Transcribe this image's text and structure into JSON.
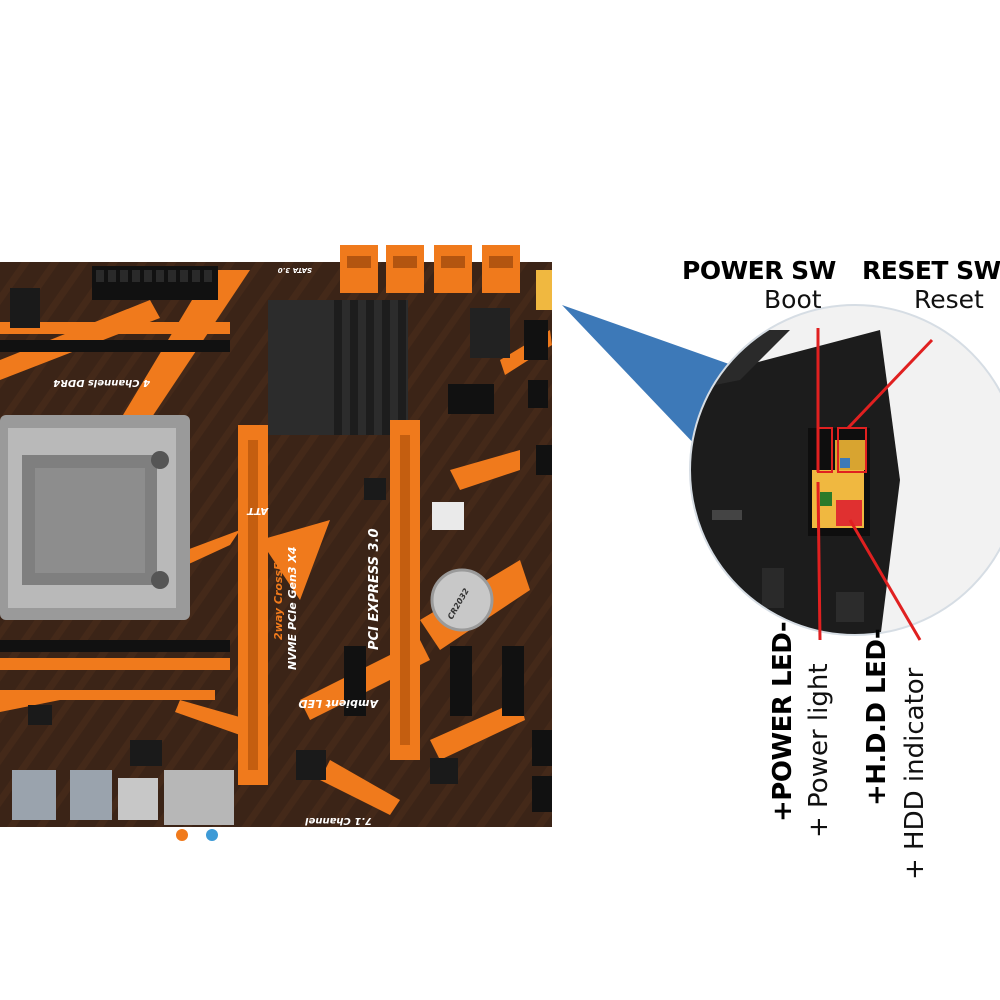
{
  "image": {
    "subject": "motherboard-with-front-panel-header-callout",
    "colors": {
      "background": "#ffffff",
      "board": "#3b2417",
      "accent_orange": "#f07a1c",
      "callout_blue": "#3d79b8",
      "pointer_red": "#e02020"
    }
  },
  "board": {
    "slot_label_1": "PCI EXPRESS 3.0",
    "slot_label_2": "NVME PCIe Gen3 X4",
    "slot_label_3": "2way CrossFireX",
    "led_label": "Ambient LED",
    "audio_label": "7.1 Channel",
    "memory_label": "4 Channels DDR4",
    "sata_label": "SATA 3.0",
    "battery_label": "CR2032",
    "brand_mark": "ATT"
  },
  "callout": {
    "power_sw_title": "POWER SW",
    "power_sw_sub": "Boot",
    "reset_sw_title": "RESET SW",
    "reset_sw_sub": "Reset",
    "power_led_title": "+POWER LED-",
    "power_led_sub": "+ Power light",
    "hdd_led_title": "+H.D.D LED-",
    "hdd_led_sub": "+ HDD indicator"
  }
}
